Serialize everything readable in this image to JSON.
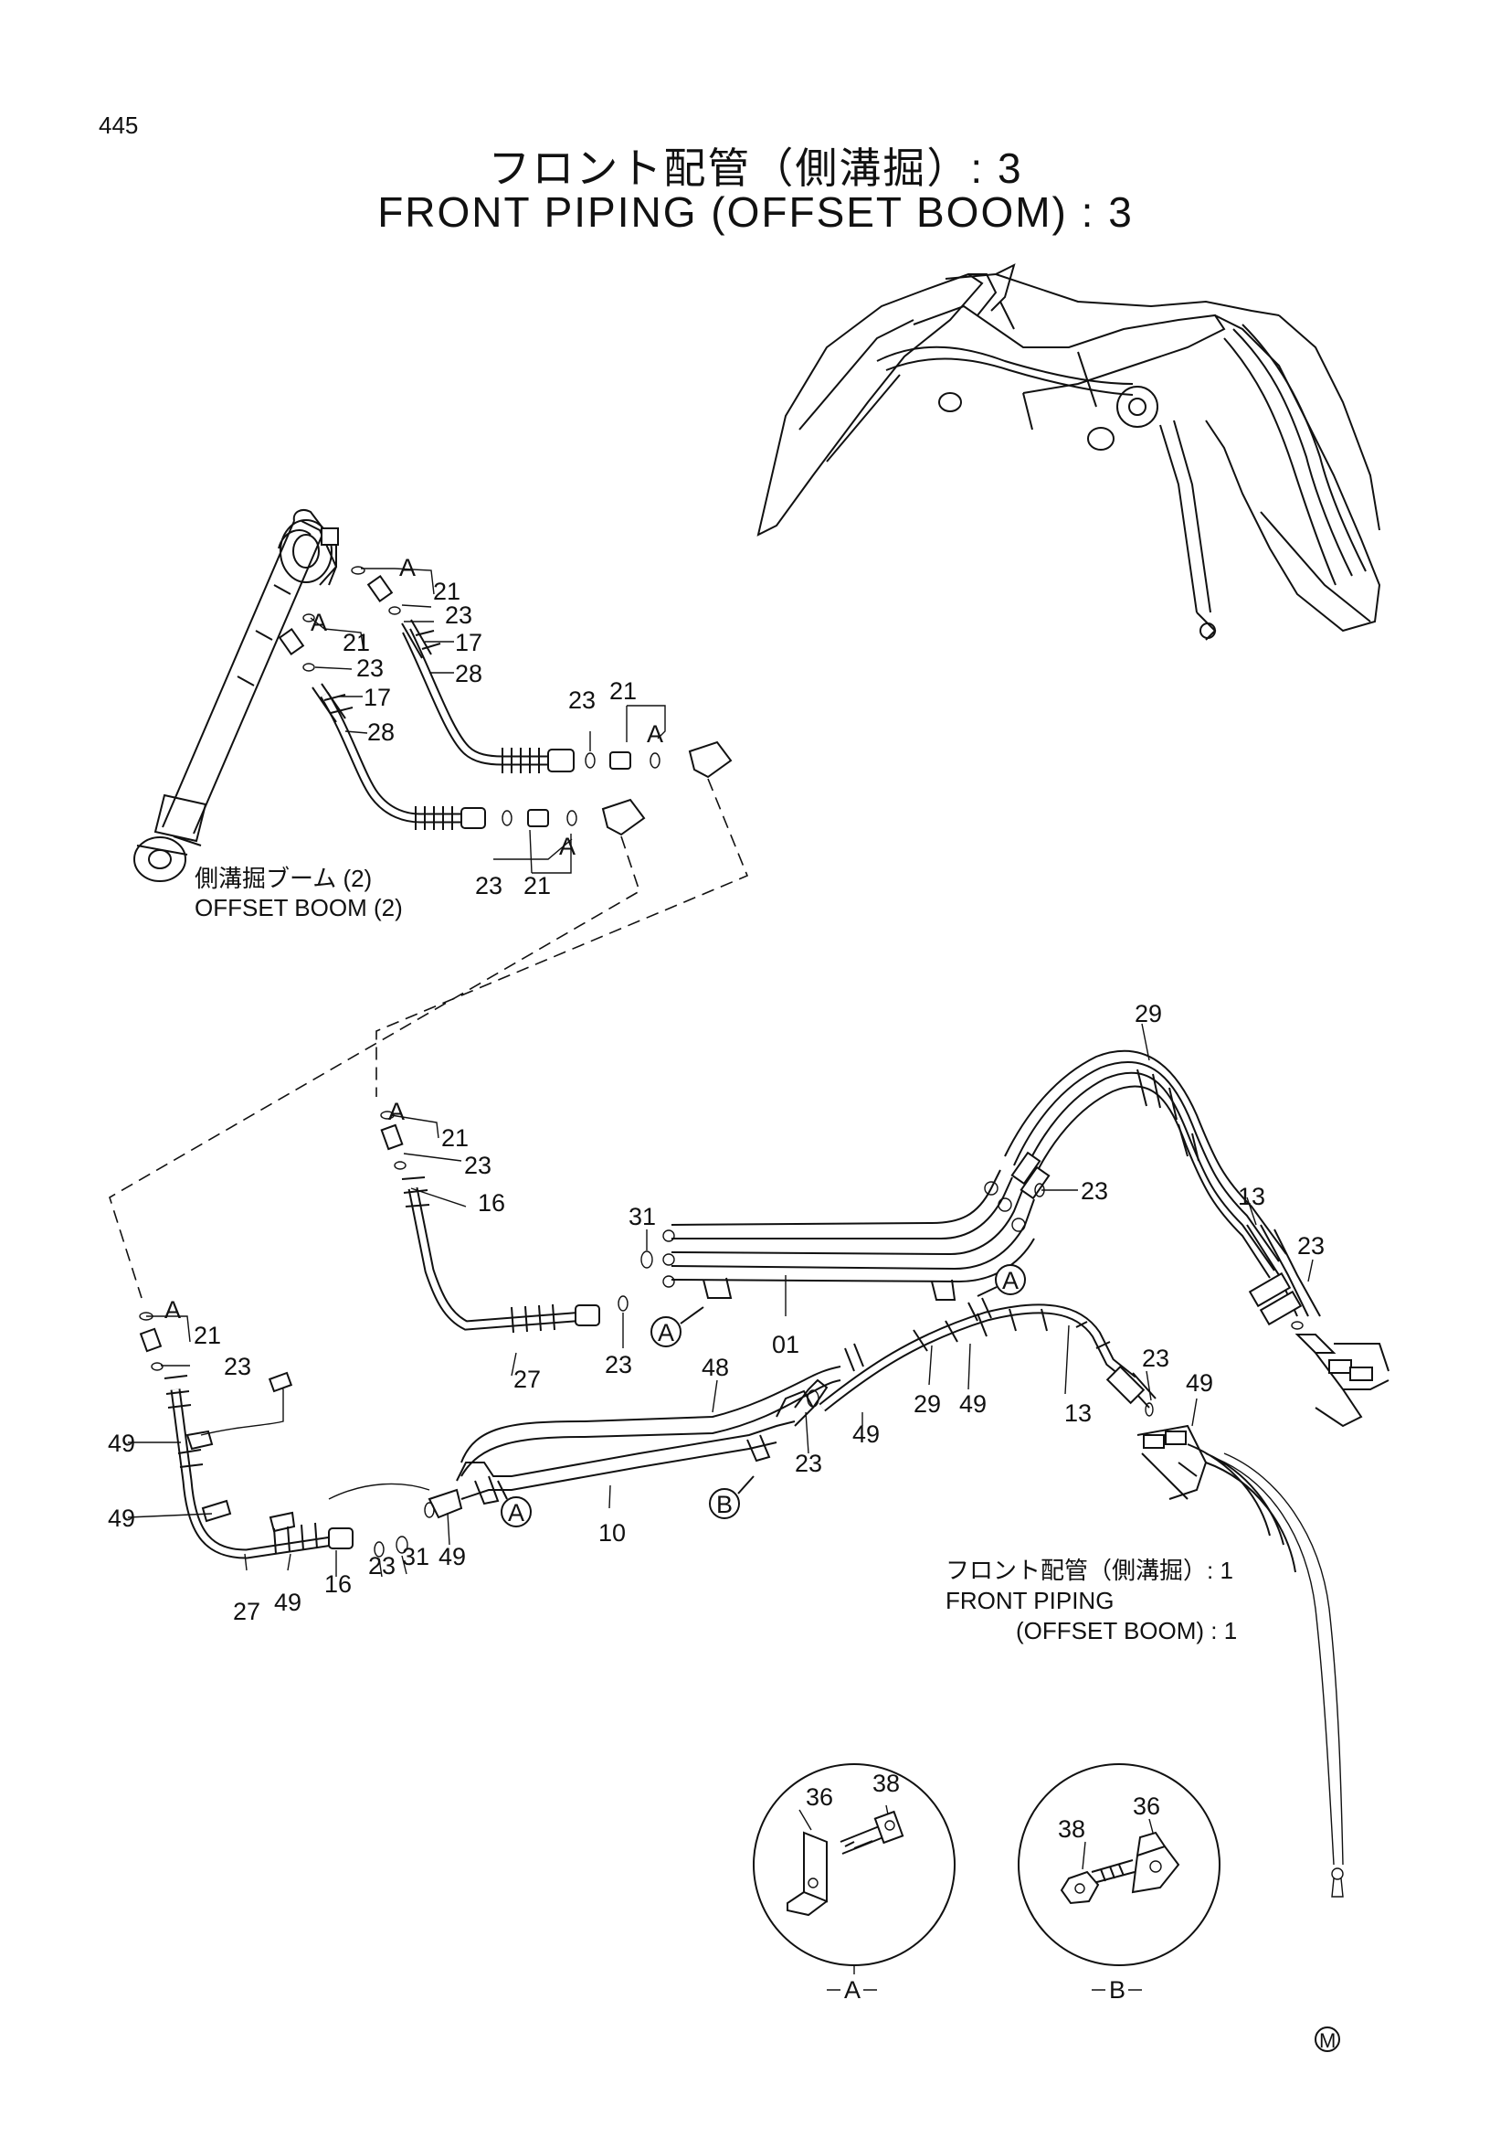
{
  "page_number": "445",
  "title_jp": "フロント配管（側溝掘）: 3",
  "title_en": "FRONT PIPING (OFFSET BOOM) : 3",
  "offset_boom_caption": {
    "jp": "側溝掘ブーム (2)",
    "en": "OFFSET BOOM (2)"
  },
  "front_piping_caption": {
    "jp": "フロント配管（側溝掘）: 1",
    "en1": "FRONT PIPING",
    "en2": "(OFFSET BOOM) : 1"
  },
  "detail_a_label": "A",
  "detail_b_label": "B",
  "corner_mark": "M",
  "part_labels": {
    "p01": "01",
    "p10": "10",
    "p13": "13",
    "p16": "16",
    "p17": "17",
    "p21": "21",
    "p23": "23",
    "p27": "27",
    "p28": "28",
    "p29": "29",
    "p31": "31",
    "p36": "36",
    "p38": "38",
    "p48": "48",
    "p49": "49",
    "refA": "A",
    "refB": "B"
  }
}
